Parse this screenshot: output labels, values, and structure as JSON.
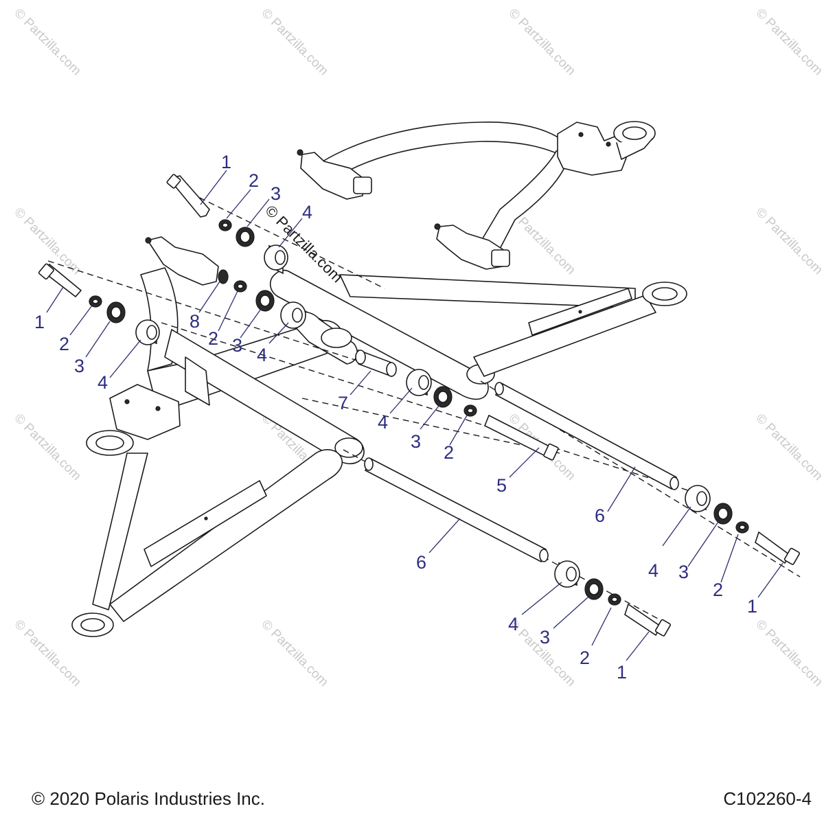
{
  "watermark": "© Partzilla.com",
  "callouts": {
    "c1a": "1",
    "c2a": "2",
    "c3a": "3",
    "c4a": "4",
    "c1b": "1",
    "c2b": "2",
    "c3b": "3",
    "c4b": "4",
    "c8": "8",
    "c2c": "2",
    "c3c": "3",
    "c4c": "4",
    "c7": "7",
    "c4d": "4",
    "c3d": "3",
    "c2d": "2",
    "c5": "5",
    "c6a": "6",
    "c4e": "4",
    "c3e": "3",
    "c2e": "2",
    "c1c": "1",
    "c6b": "6",
    "c4f": "4",
    "c3f": "3",
    "c2f": "2",
    "c1d": "1"
  },
  "footer": {
    "copyright": "© 2020 Polaris Industries Inc.",
    "diagram_id": "C102260-4"
  }
}
